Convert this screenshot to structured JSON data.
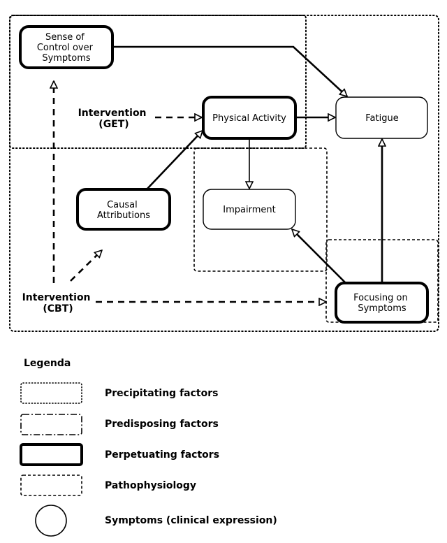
{
  "nodes": {
    "sense_of_control": [
      "Sense of",
      "Control over",
      "Symptoms"
    ],
    "physical_activity": [
      "Physical Activity"
    ],
    "fatigue": [
      "Fatigue"
    ],
    "causal_attributions": [
      "Causal",
      "Attributions"
    ],
    "impairment": [
      "Impairment"
    ],
    "focusing_on_symptoms": [
      "Focusing on",
      "Symptoms"
    ]
  },
  "interventions": {
    "get": [
      "Intervention",
      "(GET)"
    ],
    "cbt": [
      "Intervention",
      "(CBT)"
    ]
  },
  "legend": {
    "title": "Legenda",
    "items": [
      {
        "style": "dotted",
        "label": "Precipitating factors"
      },
      {
        "style": "dash-dot",
        "label": "Predisposing factors"
      },
      {
        "style": "thick",
        "label": "Perpetuating factors"
      },
      {
        "style": "dashed",
        "label": "Pathophysiology"
      },
      {
        "style": "circle",
        "label": "Symptoms (clinical expression)"
      }
    ]
  }
}
